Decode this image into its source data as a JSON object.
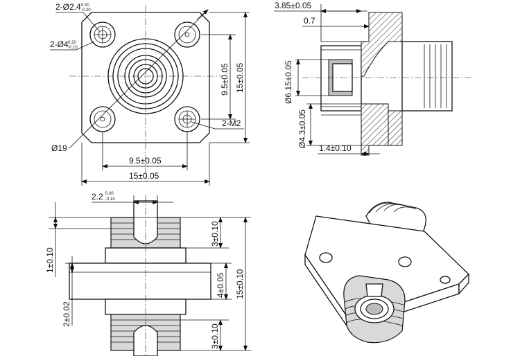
{
  "front_view": {
    "hole_large": "2-Ø2.4",
    "hole_large_tol_upper": "0.00",
    "hole_large_tol_lower": "-0.20",
    "hole_small": "2-Ø4",
    "hole_small_tol_upper": "0.20",
    "hole_small_tol_lower": "-0.10",
    "thread_holes": "2-M2",
    "flange_diameter": "Ø19",
    "hole_spacing_v": "9.5±0.05",
    "width_v": "15±0.05",
    "hole_spacing_h": "9.5±0.05",
    "width_h": "15±0.05"
  },
  "section_view": {
    "depth": "3.85±0.05",
    "lip": "0.7",
    "bore_outer": "Ø6.15±0.05",
    "bore_inner": "Ø4.3±0.05",
    "flange_thickness": "1.4±0.10"
  },
  "side_view": {
    "slot_width": "2.2",
    "slot_tol_upper": "0.00",
    "slot_tol_lower": "-0.10",
    "thread_top": "3±0.10",
    "flange_height": "4±0.05",
    "total_height": "15±0.10",
    "offset_a": "1±0.10",
    "offset_b": "2±0.02",
    "thread_bottom": "3±0.10"
  }
}
